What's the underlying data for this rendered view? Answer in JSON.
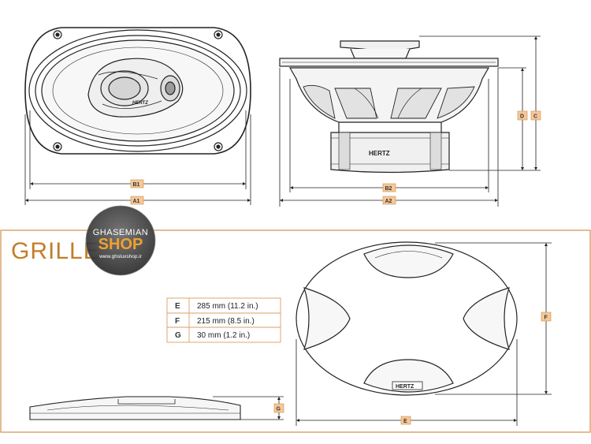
{
  "colors": {
    "accent": "#e8a24a",
    "tag_fill": "#f5c89a",
    "line": "#222222",
    "frame": "#d9a064"
  },
  "speaker": {
    "front_brand": "HERTZ",
    "side_brand": "HERTZ",
    "dimension_tags": {
      "a1": "A1",
      "b1": "B1",
      "a2": "A2",
      "b2": "B2",
      "c": "C",
      "d": "D"
    }
  },
  "grille": {
    "title": "GRILLE",
    "brand": "HERTZ",
    "dimension_tags": {
      "e": "E",
      "f": "F",
      "g": "G"
    },
    "spec_table": [
      {
        "key": "E",
        "value": "285 mm (11.2 in.)"
      },
      {
        "key": "F",
        "value": "215 mm (8.5 in.)"
      },
      {
        "key": "G",
        "value": "30 mm (1.2 in.)"
      }
    ]
  },
  "watermark": {
    "line1": "GHASEMIAN",
    "line2": "SHOP",
    "url": "www.ghsluxshop.ir"
  }
}
